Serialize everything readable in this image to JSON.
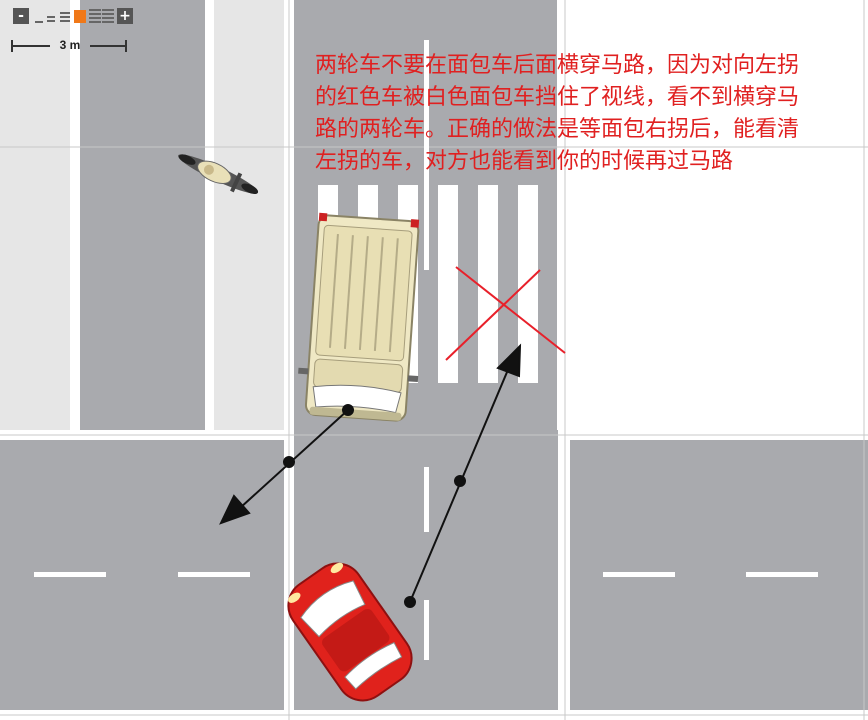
{
  "toolbar": {
    "zoom_out_label": "-",
    "zoom_in_label": "+",
    "active_zoom_color": "#f07818",
    "scale_label": "3 m"
  },
  "caption": {
    "lines": [
      "两轮车不要在面包车后面横穿马路，因为对向左拐",
      "的红色车被白色面包车挡住了视线，看不到横穿马",
      "路的两轮车。正确的做法是等面包右拐后，能看清",
      "左拐的车，对方也能看到你的时候再过马路"
    ],
    "color": "#e02020"
  },
  "colors": {
    "road": "#a9aaae",
    "sidewalk": "#e6e6e6",
    "marking": "#ffffff",
    "van_body": "#efe8c4",
    "car_body": "#e0221c",
    "path_arrow": "#111111",
    "cross_mark": "#e8202a"
  },
  "icons": {
    "zoom_out": "minus-icon",
    "zoom_in": "plus-icon",
    "motorcycle": "motorcycle-icon",
    "van": "white-van-icon",
    "car": "red-car-icon"
  }
}
